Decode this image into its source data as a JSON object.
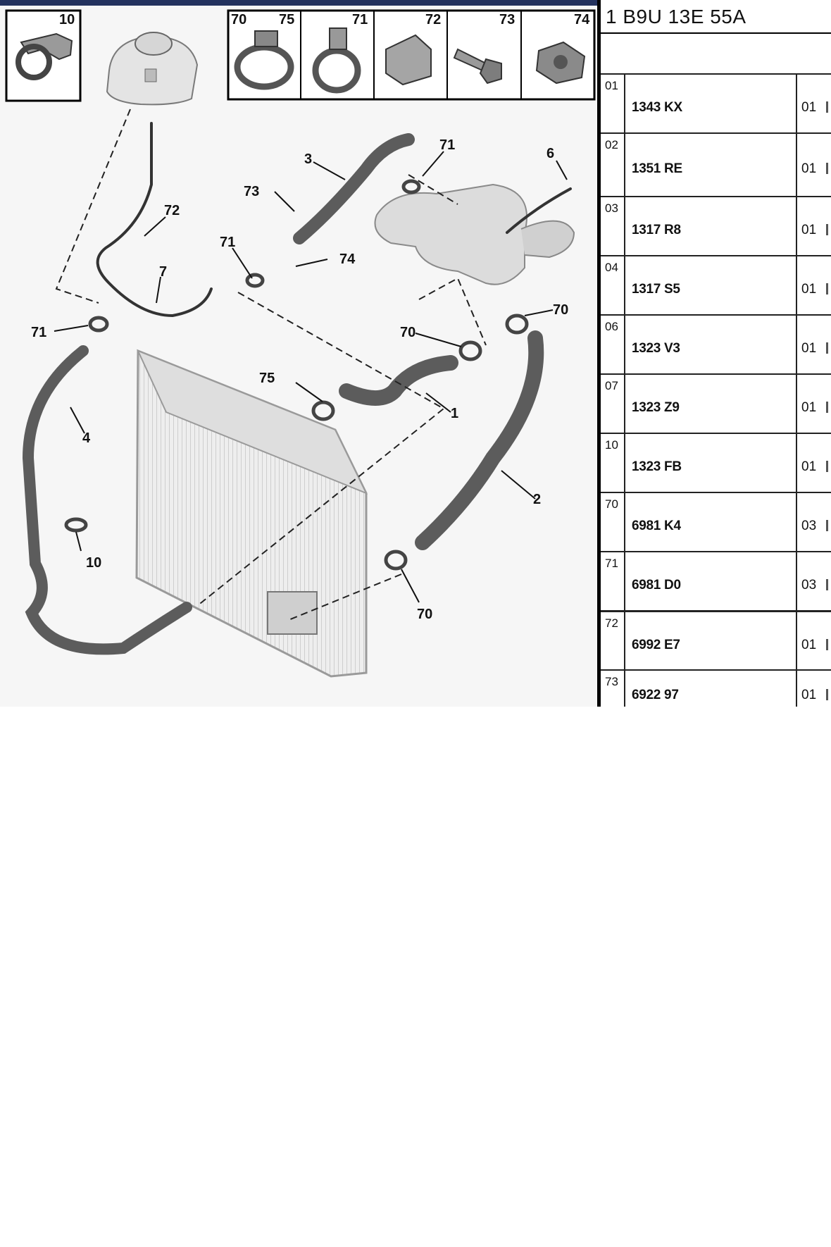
{
  "reference": "1 B9U 13E 55A",
  "inset_boxes": [
    {
      "numbers": [
        "10"
      ]
    },
    {
      "numbers": [
        "70",
        "75"
      ]
    },
    {
      "numbers": [
        "71"
      ]
    },
    {
      "numbers": [
        "72"
      ]
    },
    {
      "numbers": [
        "73"
      ]
    },
    {
      "numbers": [
        "74"
      ]
    }
  ],
  "callouts": [
    "1",
    "2",
    "3",
    "4",
    "6",
    "7",
    "10",
    "70",
    "70",
    "70",
    "71",
    "71",
    "71",
    "72",
    "73",
    "74",
    "75"
  ],
  "parts": [
    {
      "index": "01",
      "part_no": "1343 KX",
      "qty": "01"
    },
    {
      "index": "02",
      "part_no": "1351 RE",
      "qty": "01"
    },
    {
      "index": "03",
      "part_no": "1317 R8",
      "qty": "01"
    },
    {
      "index": "04",
      "part_no": "1317 S5",
      "qty": "01"
    },
    {
      "index": "06",
      "part_no": "1323 V3",
      "qty": "01"
    },
    {
      "index": "07",
      "part_no": "1323 Z9",
      "qty": "01"
    },
    {
      "index": "10",
      "part_no": "1323 FB",
      "qty": "01"
    },
    {
      "index": "70",
      "part_no": "6981 K4",
      "qty": "03"
    },
    {
      "index": "71",
      "part_no": "6981 D0",
      "qty": "03"
    },
    {
      "index": "72",
      "part_no": "6992 E7",
      "qty": "01"
    },
    {
      "index": "73",
      "part_no": "6922 97",
      "qty": "01"
    }
  ]
}
